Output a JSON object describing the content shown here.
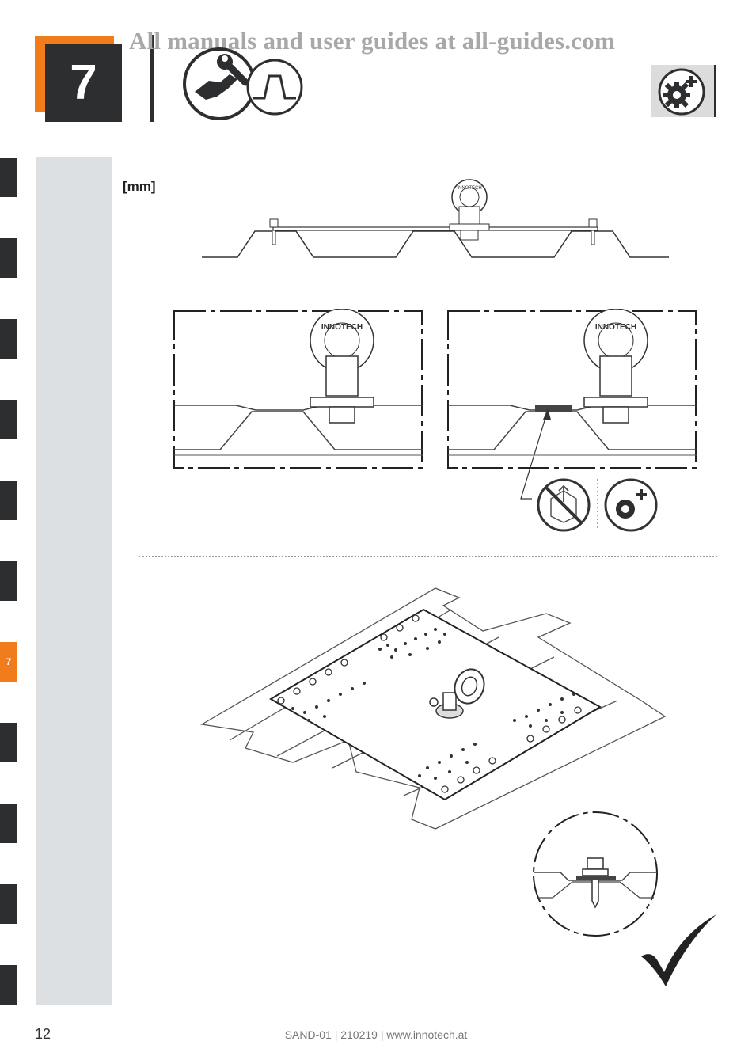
{
  "header": {
    "step_number": "7",
    "watermark": "All manuals and user guides at all-guides.com"
  },
  "chapter_tabs": [
    "",
    "",
    "",
    "",
    "",
    "",
    "7",
    "",
    "",
    "",
    ""
  ],
  "active_tab_label": "7",
  "content": {
    "unit_label": "[mm]",
    "eyebolt_brand": "INNOTECH"
  },
  "footer": {
    "page_number": "12",
    "doc_info": "SAND-01 | 210219 | www.innotech.at"
  },
  "colors": {
    "accent_orange": "#f07c1b",
    "dark": "#2d2e30",
    "band_grey": "#dde0e2"
  },
  "icons": [
    "handshake-wrench-icon",
    "trapezoid-profile-icon",
    "gear-plus-icon",
    "no-lifting-icon",
    "checkmark-icon"
  ]
}
